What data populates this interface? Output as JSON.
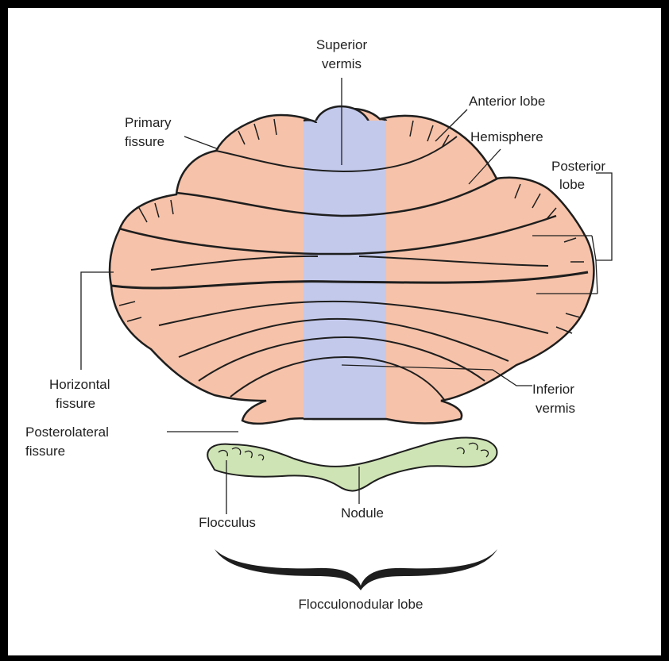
{
  "labels": {
    "superior_vermis_l1": "Superior",
    "superior_vermis_l2": "vermis",
    "anterior_lobe": "Anterior lobe",
    "primary_fissure_l1": "Primary",
    "primary_fissure_l2": "fissure",
    "hemisphere": "Hemisphere",
    "posterior_lobe_l1": "Posterior",
    "posterior_lobe_l2": "lobe",
    "horizontal_fissure_l1": "Horizontal",
    "horizontal_fissure_l2": "fissure",
    "inferior_vermis_l1": "Inferior",
    "inferior_vermis_l2": "vermis",
    "posterolateral_fissure_l1": "Posterolateral",
    "posterolateral_fissure_l2": "fissure",
    "flocculus": "Flocculus",
    "nodule": "Nodule",
    "flocculonodular_lobe": "Flocculonodular lobe"
  },
  "colors": {
    "hemisphere_fill": "#f6c2a9",
    "vermis_fill": "#c3c9eb",
    "flocculonodular_fill": "#cfe4b4",
    "outline": "#1e1e1e"
  }
}
